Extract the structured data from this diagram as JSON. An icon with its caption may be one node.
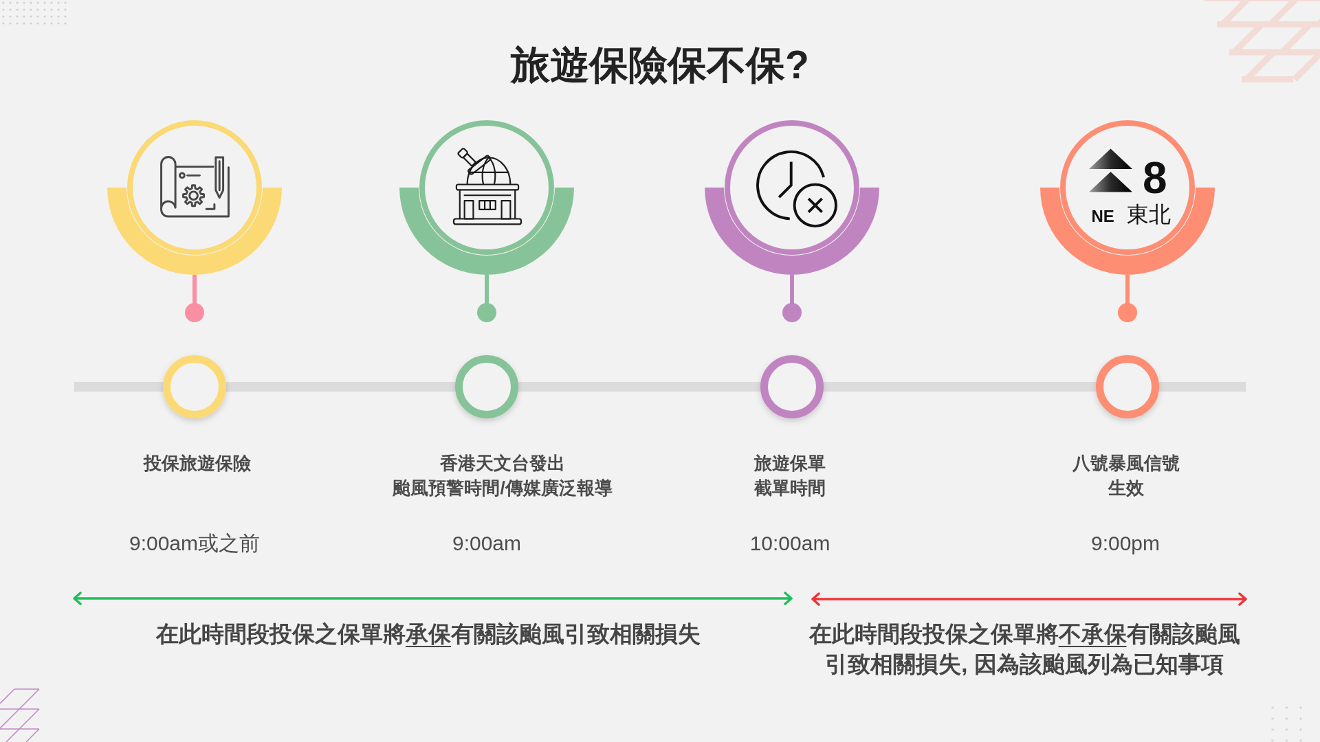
{
  "diagram": {
    "title": "旅遊保險保不保?",
    "nodes": [
      {
        "text": [],
        "shape": "circle"
      },
      {
        "text": [],
        "shape": "circle"
      },
      {
        "text": [],
        "shape": "circle"
      },
      {
        "text": [
          "8",
          "**NE** 東北"
        ]
      }
    ],
    "labels": [
      "投保旅遊保險",
      "香港天文台發出颱風預警時間/傳媒廣泛報導",
      "旅遊保單截單時間",
      "八號暴風信號生效",
      "9:00am或之前",
      "9:00am",
      "10:00am",
      "9:00pm",
      "在此時間段投保之保單將承保有關該颱風引致相關損失",
      "在此時間段投保之保單將不承保有關該颱風引致相關損失, 因為該颱風列為已知事項"
    ]
  }
}
